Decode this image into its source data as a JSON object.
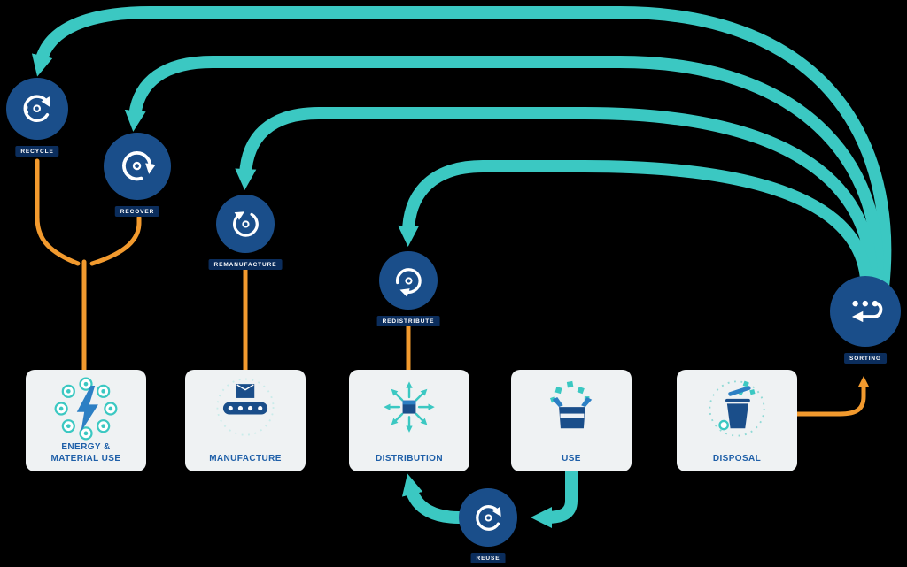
{
  "diagram": {
    "stages": [
      {
        "label": "ENERGY & MATERIAL USE"
      },
      {
        "label": "MANUFACTURE"
      },
      {
        "label": "DISTRIBUTION"
      },
      {
        "label": "USE"
      },
      {
        "label": "DISPOSAL"
      }
    ],
    "loops": [
      {
        "label": "RECYCLE"
      },
      {
        "label": "RECOVER"
      },
      {
        "label": "REMANUFACTURE"
      },
      {
        "label": "REDISTRIBUTE"
      },
      {
        "label": "SORTING"
      },
      {
        "label": "REUSE"
      }
    ],
    "colors": {
      "teal": "#3BC8C2",
      "navy": "#1A4E8A",
      "orange": "#F29A2E",
      "label_bg": "#0B2D5C",
      "stage_bg": "#EFF2F3",
      "stage_text": "#1E5FA8"
    }
  }
}
